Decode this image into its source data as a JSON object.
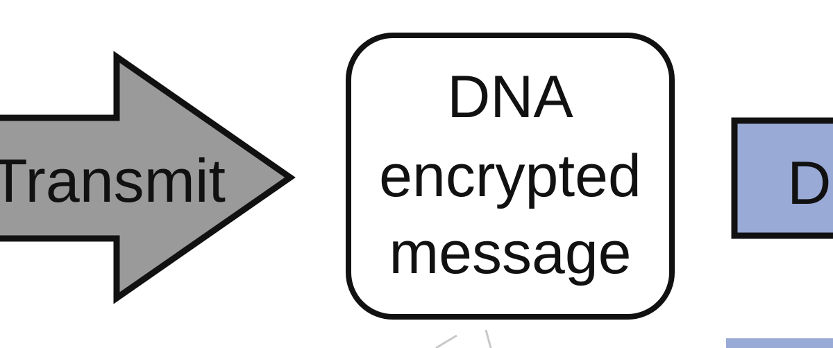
{
  "diagram": {
    "transmit_arrow": {
      "label": "Transmit",
      "fill_color": "#9a9a9a",
      "stroke_color": "#111111"
    },
    "encrypted_box": {
      "lines": [
        "DNA",
        "encrypted",
        "message"
      ],
      "fill_color": "#ffffff",
      "stroke_color": "#111111"
    },
    "decrypt_box": {
      "label": "D",
      "fill_color": "#9aaad6",
      "stroke_color": "#111111"
    },
    "lower_box": {
      "fill_color": "#9aaad6"
    }
  }
}
